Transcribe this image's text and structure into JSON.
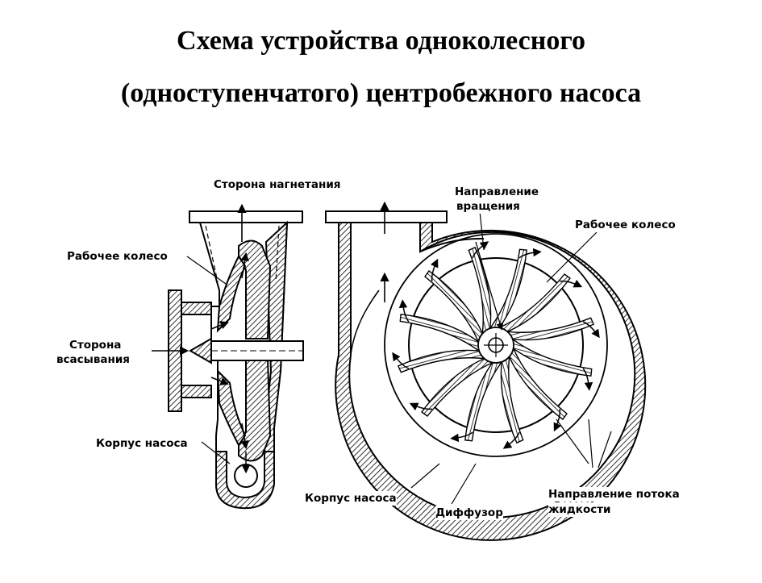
{
  "title": {
    "line1": "Схема устройства одноколесного",
    "line2": "(одноступенчатого) центробежного насоса"
  },
  "labels": {
    "discharge_side": "Сторона нагнетания",
    "impeller_left": "Рабочее колесо",
    "suction_side_1": "Сторона",
    "suction_side_2": "всасывания",
    "casing_left": "Корпус насоса",
    "rotation_dir_1": "Направление",
    "rotation_dir_2": "вращения",
    "impeller_right": "Рабочее колесо",
    "casing_right": "Корпус насоса",
    "diffuser": "Диффузор",
    "flow_dir_1": "Направление потока",
    "flow_dir_2": "жидкости"
  },
  "colors": {
    "line": "#000000",
    "hatch": "#000000",
    "background": "#ffffff"
  }
}
